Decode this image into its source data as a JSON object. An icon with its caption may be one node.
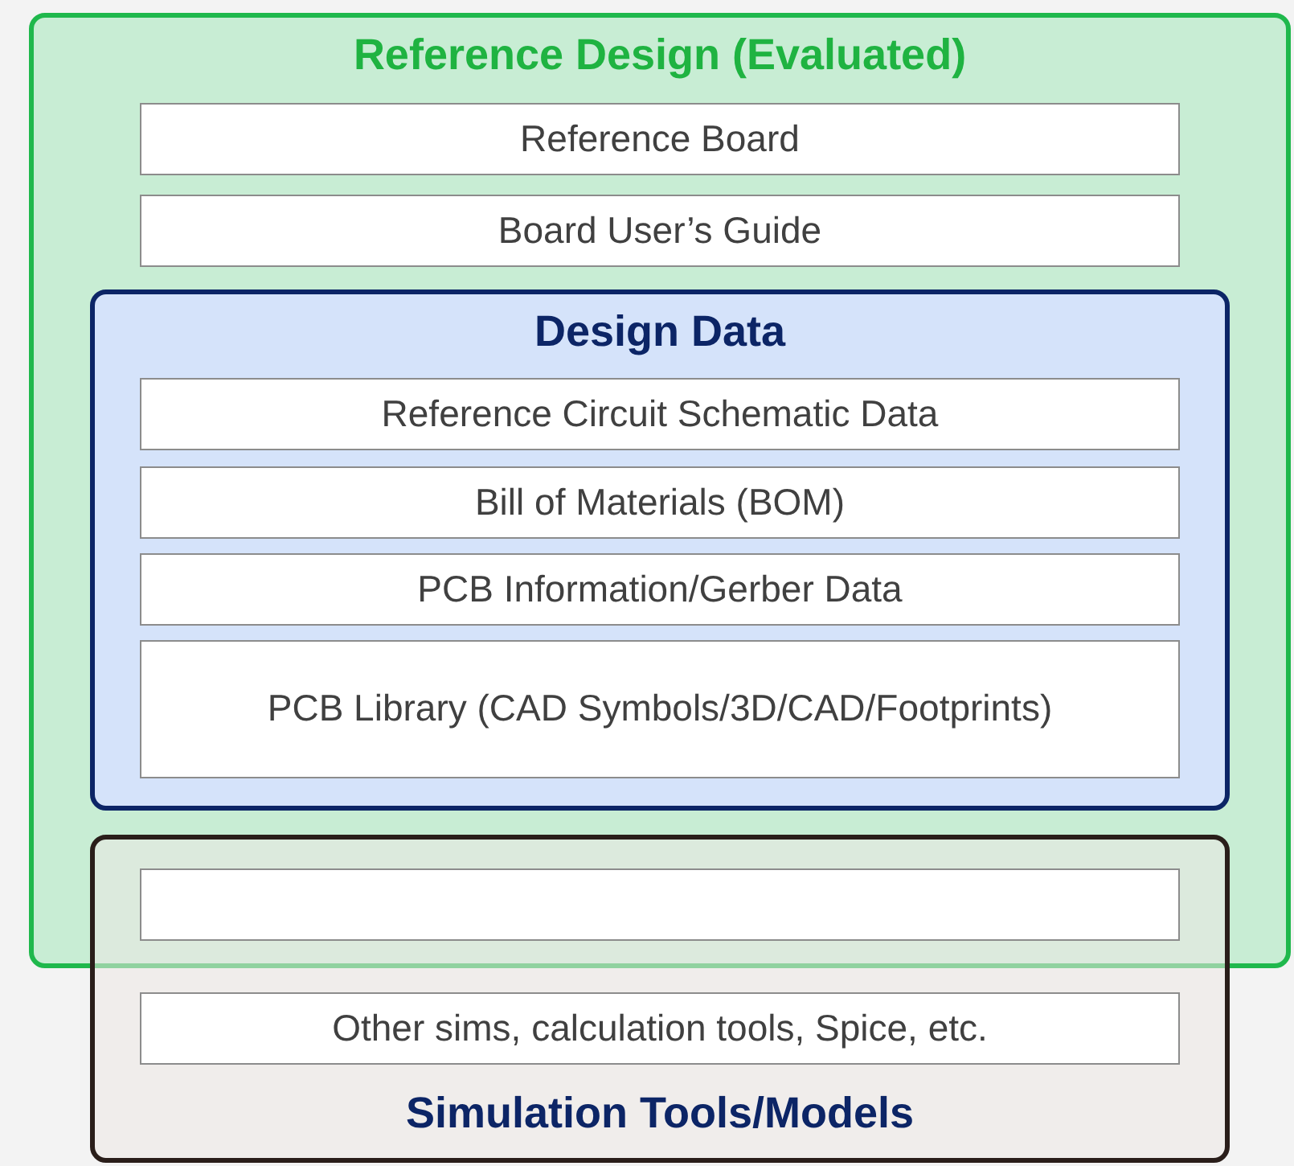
{
  "diagram": {
    "nodes": [
      {
        "text": [
          "Reference Design (Evaluated)"
        ]
      },
      {
        "text": [
          "Reference Board"
        ],
        "in": 0
      },
      {
        "text": [
          "Board User’s Guide"
        ],
        "in": 0
      },
      {
        "text": [
          "Design Data"
        ],
        "in": 0
      },
      {
        "text": [
          "Reference Circuit Schematic Data"
        ],
        "in": 3
      },
      {
        "text": [
          "Bill of Materials (BOM)"
        ],
        "in": 3
      },
      {
        "text": [
          "PCB Information/Gerber Data"
        ],
        "in": 3
      },
      {
        "text": [
          "PCB Library (CAD Symbols/3D/CAD/Footprints)"
        ],
        "in": 3
      },
      {
        "text": [
          "Simulation Tools/Models"
        ]
      },
      {
        "text": [],
        "shape": "box"
      },
      {
        "text": [
          "Other sims, calculation tools, Spice, etc."
        ],
        "in": 8
      }
    ]
  }
}
